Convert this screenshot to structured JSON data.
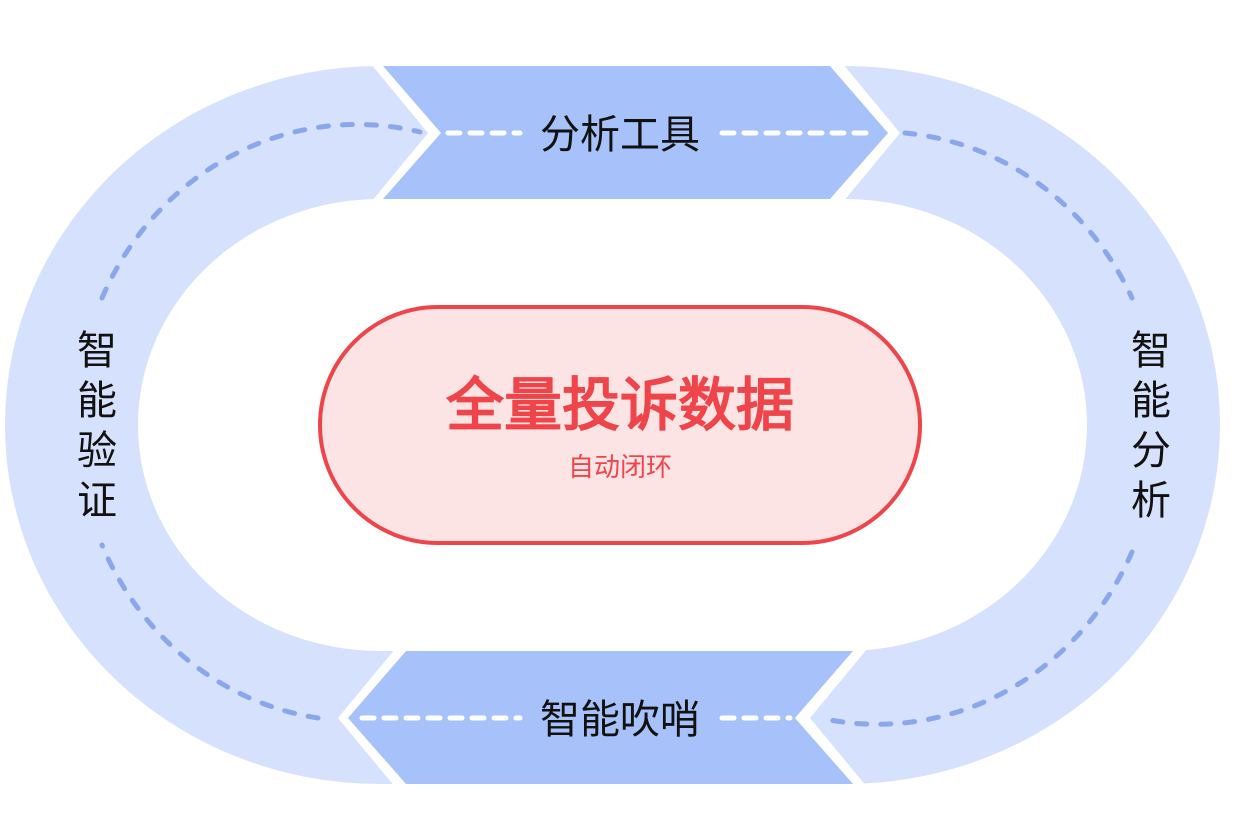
{
  "diagram": {
    "center": {
      "title": "全量投诉数据",
      "subtitle": "自动闭环"
    },
    "segments": {
      "top": "分析工具",
      "right": [
        "智",
        "能",
        "分",
        "析"
      ],
      "bottom": "智能吹哨",
      "left": [
        "智",
        "能",
        "验",
        "证"
      ]
    },
    "colors": {
      "ring_light": "#d5e1fd",
      "ring_dark": "#a7c1fb",
      "dash": "#8aa6ec",
      "center_fill": "#fde4e4",
      "center_stroke": "#f0444b",
      "center_text": "#f0444b",
      "label_text": "#111111"
    }
  }
}
